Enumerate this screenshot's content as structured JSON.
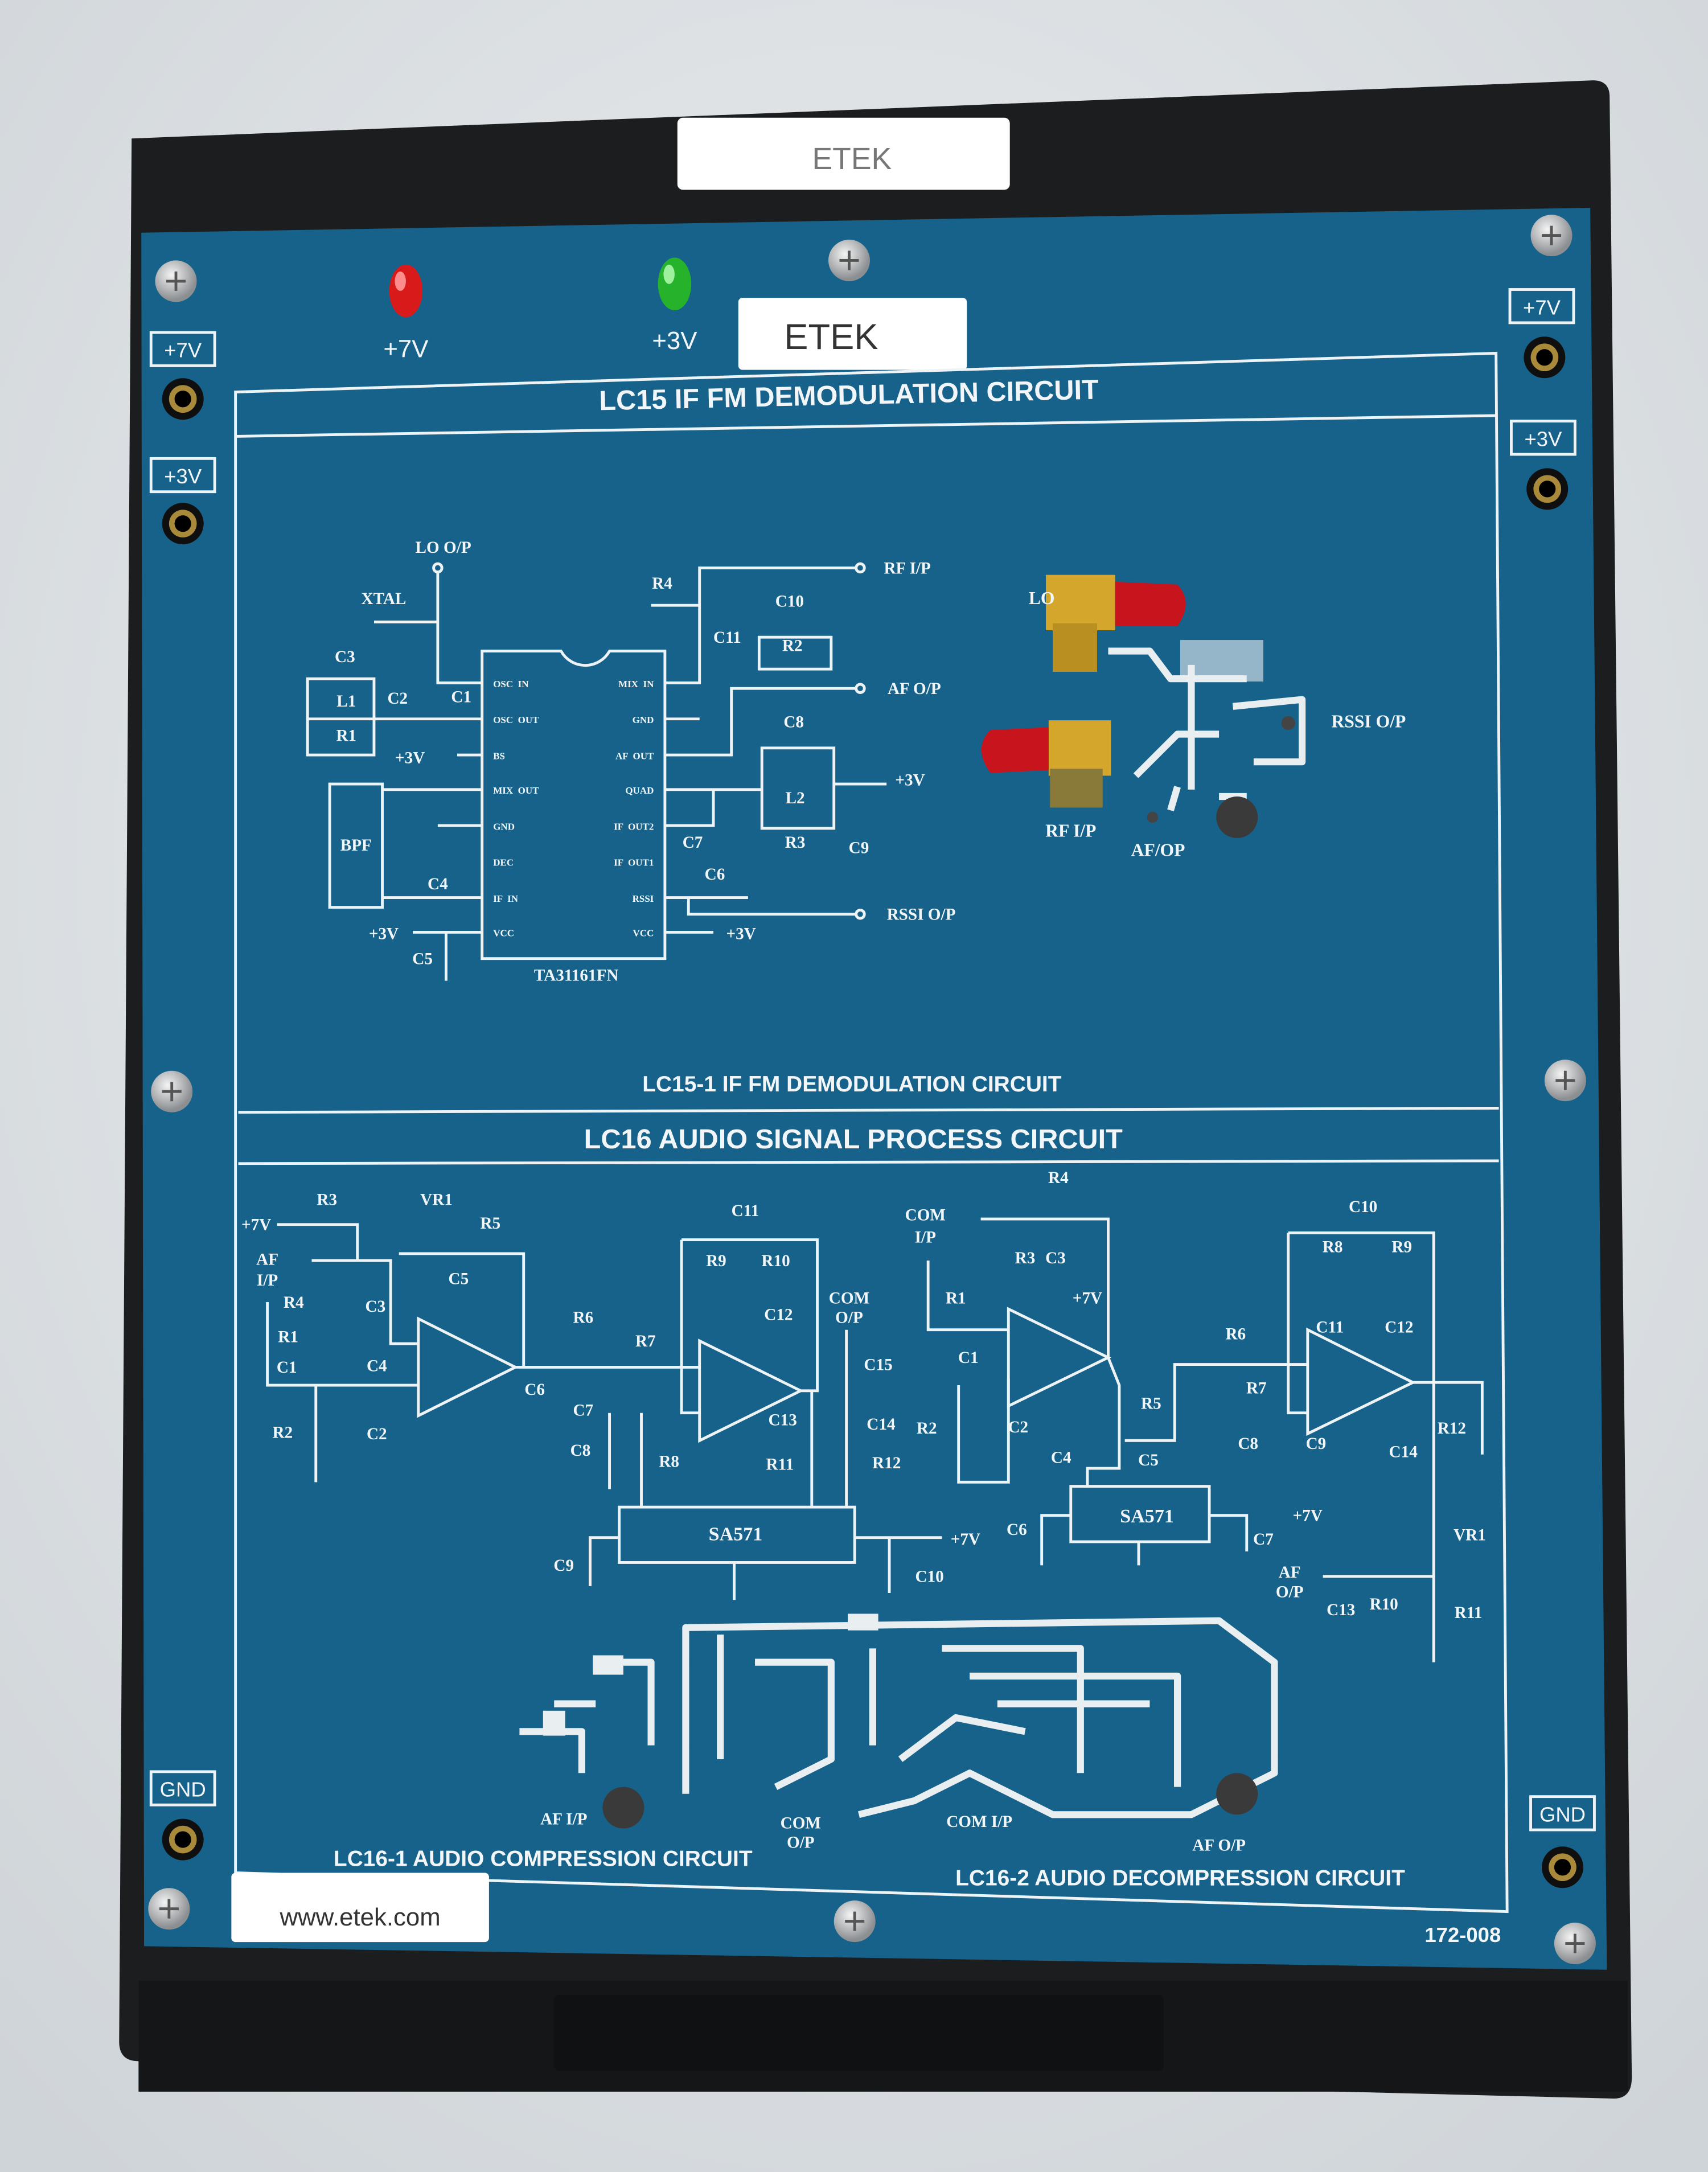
{
  "labels": {
    "top_tag": "ETEK",
    "board_tag": "ETEK",
    "led_red": "+7V",
    "led_green": "+3V",
    "left_7v": "+7V",
    "left_3v": "+3V",
    "right_7v": "+7V",
    "right_3v": "+3V",
    "left_gnd": "GND",
    "right_gnd": "GND",
    "website": "www.etek.com",
    "part_number": "172-008"
  },
  "lc15": {
    "title": "LC15  IF FM DEMODULATION CIRCUIT",
    "subtitle": "LC15-1  IF FM DEMODULATION CIRCUIT",
    "ic_name": "TA31161FN",
    "pins_left": [
      "OSC  IN",
      "OSC  OUT",
      "BS",
      "MIX  OUT",
      "GND",
      "DEC",
      "IF  IN",
      "VCC"
    ],
    "pins_right": [
      "MIX  IN",
      "GND",
      "AF  OUT",
      "QUAD",
      "IF  OUT2",
      "IF  OUT1",
      "RSSI",
      "VCC"
    ],
    "labels": [
      "LO O/P",
      "XTAL",
      "C3",
      "L1",
      "R1",
      "C2",
      "C1",
      "+3V",
      "BPF",
      "C4",
      "+3V",
      "C5",
      "R4",
      "C11",
      "C10",
      "R2",
      "RF I/P",
      "AF O/P",
      "C8",
      "L2",
      "R3",
      "C9",
      "+3V",
      "C7",
      "C6",
      "RSSI O/P",
      "+3V"
    ],
    "board_labels": [
      "LO",
      "RF I/P",
      "AF/OP",
      "RSSI O/P"
    ]
  },
  "lc16": {
    "title": "LC16  AUDIO SIGNAL PROCESS CIRCUIT",
    "ic_left": "SA571",
    "ic_right": "SA571",
    "labels": [
      "+7V",
      "R3",
      "VR1",
      "R5",
      "AF",
      "I/P",
      "R4",
      "C3",
      "C5",
      "R1",
      "C1",
      "C4",
      "R2",
      "C2",
      "C6",
      "R6",
      "R7",
      "C7",
      "C11",
      "R9",
      "R10",
      "C12",
      "COM",
      "O/P",
      "C15",
      "C13",
      "C14",
      "C8",
      "R8",
      "R11",
      "R12",
      "C9",
      "+7V",
      "C10",
      "COM",
      "I/P",
      "R4",
      "R1",
      "R3",
      "C3",
      "+7V",
      "C1",
      "R2",
      "C2",
      "R5",
      "C4",
      "C5",
      "C6",
      "+7V",
      "C7",
      "C10",
      "R8",
      "R9",
      "C11",
      "C12",
      "R6",
      "R7",
      "C8",
      "C9",
      "C14",
      "R12",
      "VR1",
      "AF",
      "O/P",
      "C13",
      "R10",
      "R11"
    ],
    "board_labels": [
      "AF I/P",
      "COM",
      "O/P",
      "COM I/P",
      "AF O/P"
    ],
    "sub_left": "LC16-1  AUDIO COMPRESSION CIRCUIT",
    "sub_right": "LC16-2  AUDIO DECOMPRESSION CIRCUIT"
  },
  "colors": {
    "board": "#17628a",
    "frame": "#1c1d1f",
    "silk": "#f2f6f8",
    "led_red": "#d91a1a",
    "led_green": "#27b22c",
    "sma_gold": "#d4a72c",
    "sma_cap": "#c8141c"
  }
}
